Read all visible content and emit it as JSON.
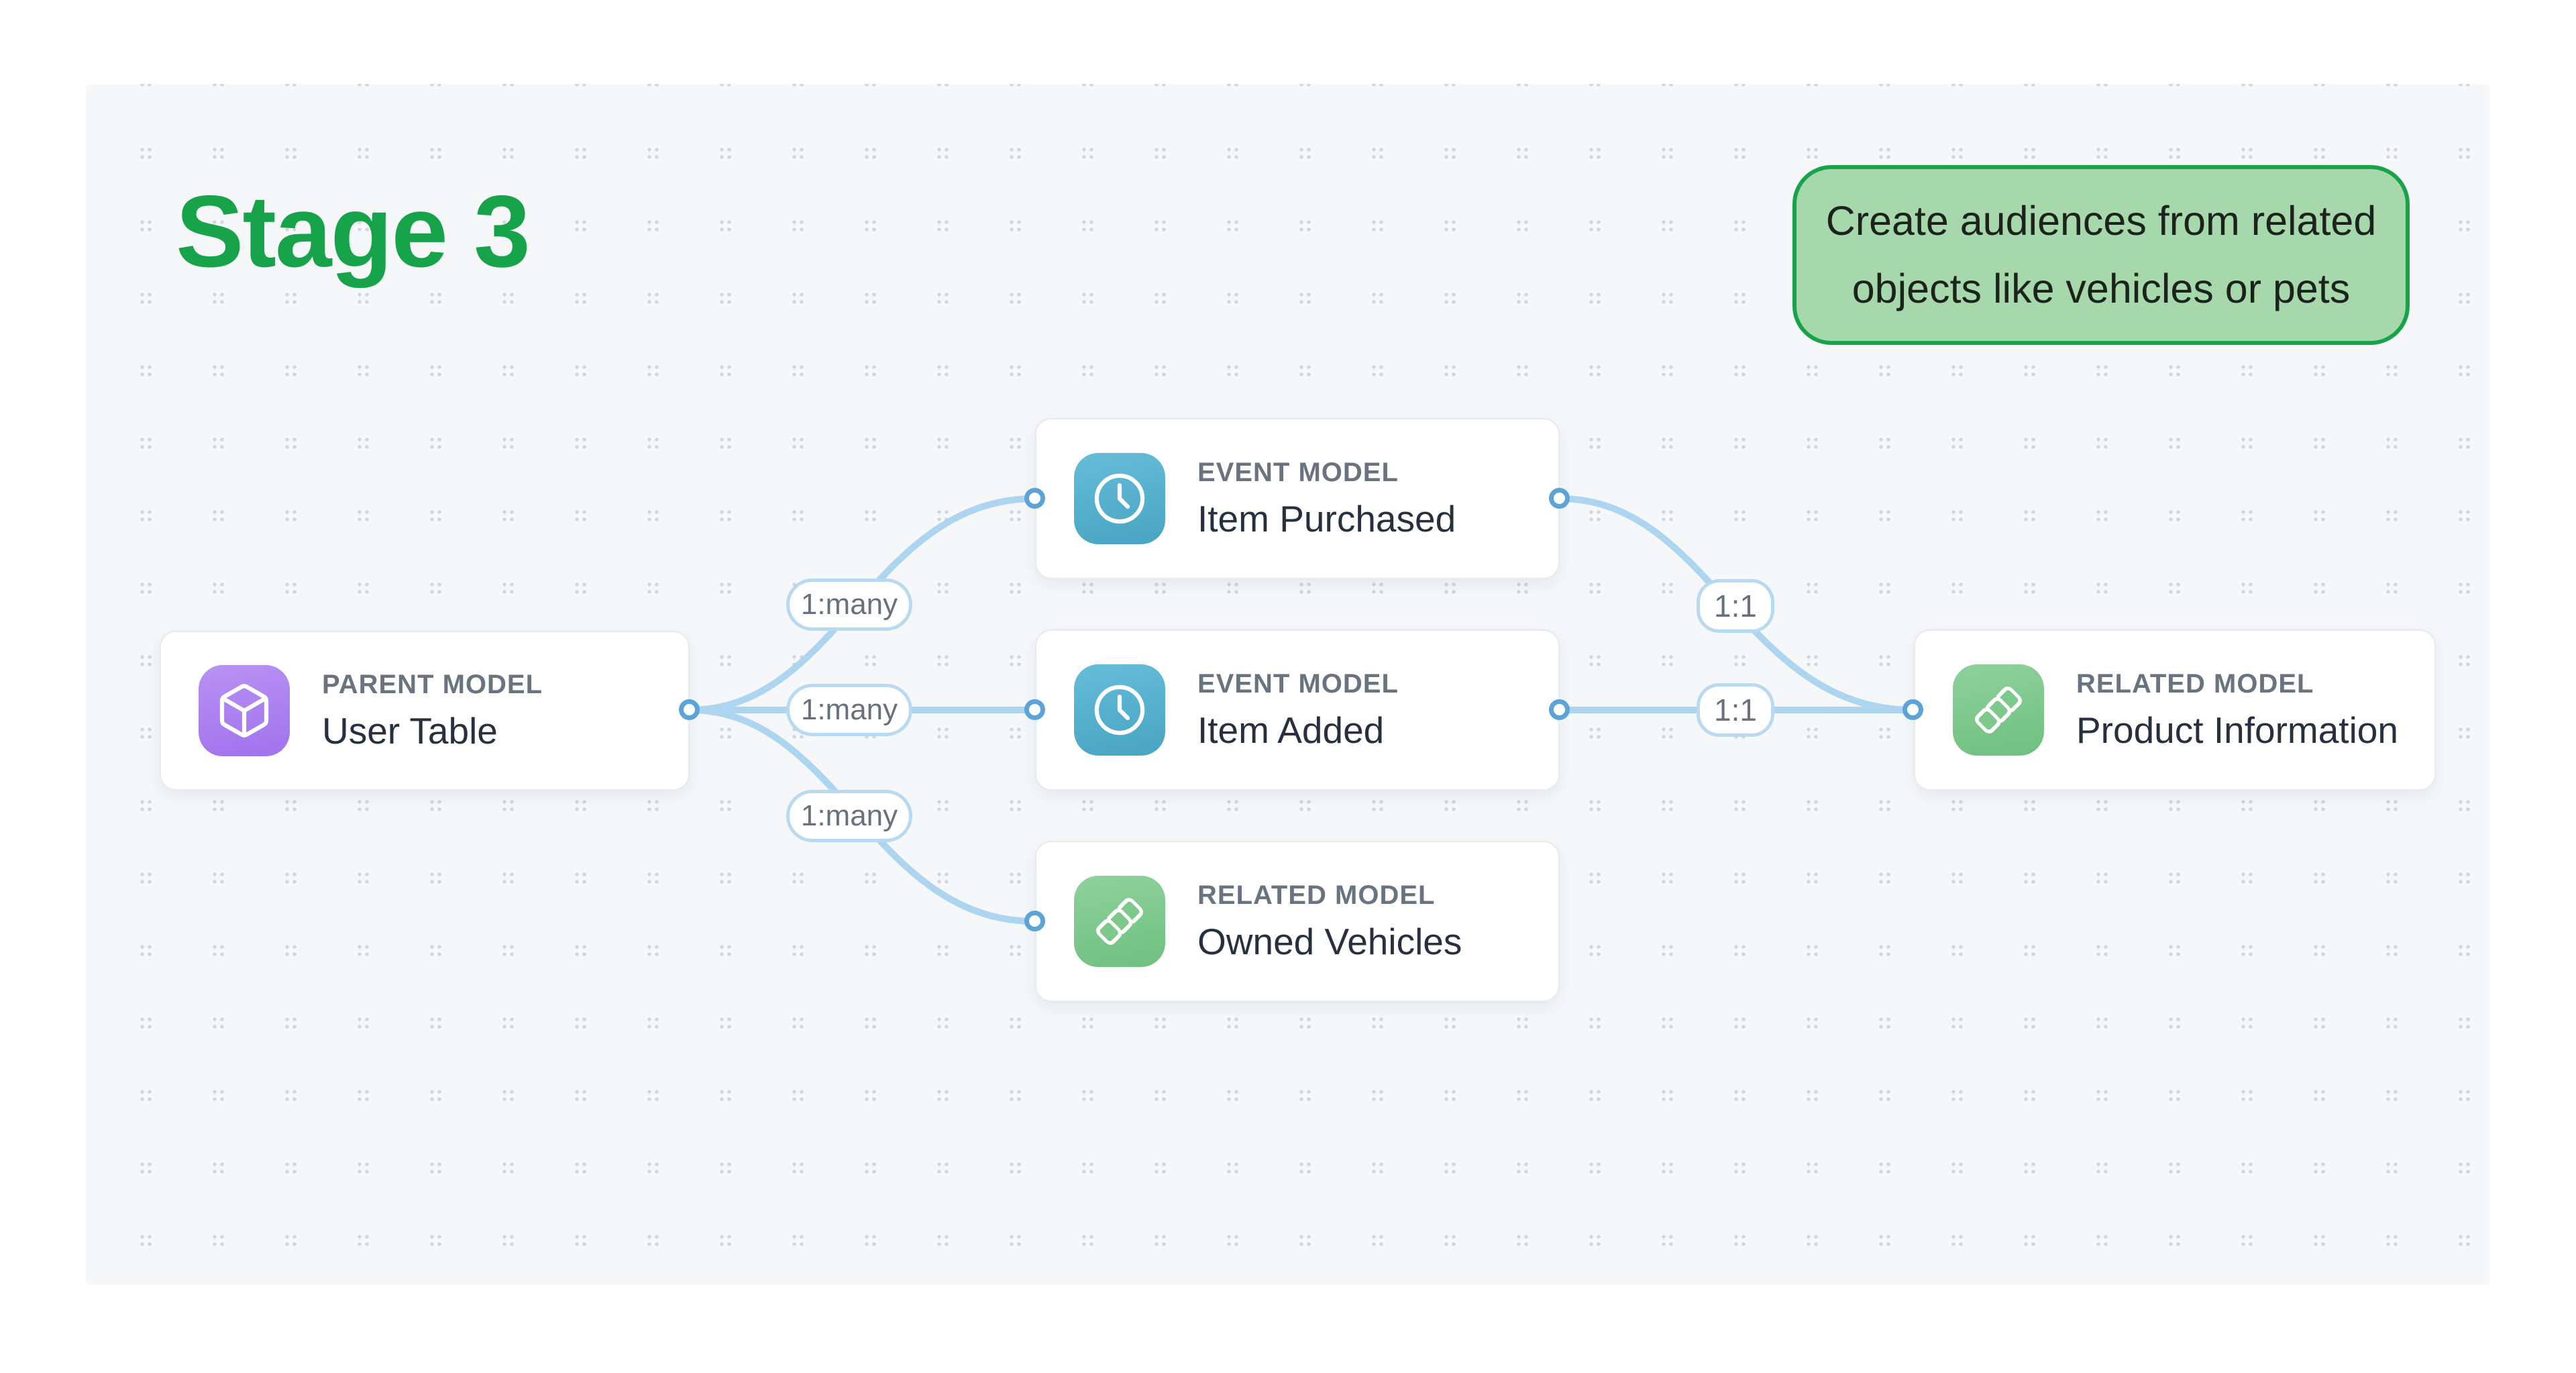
{
  "title": "Stage 3",
  "callout": {
    "text": "Create audiences from related\nobjects like vehicles or pets"
  },
  "nodes": [
    {
      "id": "user-table",
      "type_label": "PARENT MODEL",
      "name": "User Table",
      "icon": "cube-icon",
      "accent": "purple"
    },
    {
      "id": "item-purchased",
      "type_label": "EVENT MODEL",
      "name": "Item Purchased",
      "icon": "clock-icon",
      "accent": "teal"
    },
    {
      "id": "item-added",
      "type_label": "EVENT MODEL",
      "name": "Item Added",
      "icon": "clock-icon",
      "accent": "teal"
    },
    {
      "id": "owned-vehicles",
      "type_label": "RELATED MODEL",
      "name": "Owned Vehicles",
      "icon": "layers-icon",
      "accent": "green"
    },
    {
      "id": "product-information",
      "type_label": "RELATED MODEL",
      "name": "Product Information",
      "icon": "layers-icon",
      "accent": "green"
    }
  ],
  "edges": [
    {
      "from": "user-table",
      "to": "item-purchased",
      "label": "1:many"
    },
    {
      "from": "user-table",
      "to": "item-added",
      "label": "1:many"
    },
    {
      "from": "user-table",
      "to": "owned-vehicles",
      "label": "1:many"
    },
    {
      "from": "item-purchased",
      "to": "product-information",
      "label": "1:1"
    },
    {
      "from": "item-added",
      "to": "product-information",
      "label": "1:1"
    }
  ],
  "colors": {
    "title_green": "#17a34a",
    "callout_fill": "#a6d8ac",
    "callout_border": "#18a34b",
    "canvas_background": "#f5f7f9",
    "edge_blue": "#aed5ef",
    "port_blue": "#5ca4d7",
    "badge_border_blue": "#b7d9f1",
    "label_gray": "#6a7380",
    "name_dark": "#27303e",
    "icon_purple": "#a87df0",
    "icon_teal": "#55b2cf",
    "icon_green": "#7dc88b"
  }
}
